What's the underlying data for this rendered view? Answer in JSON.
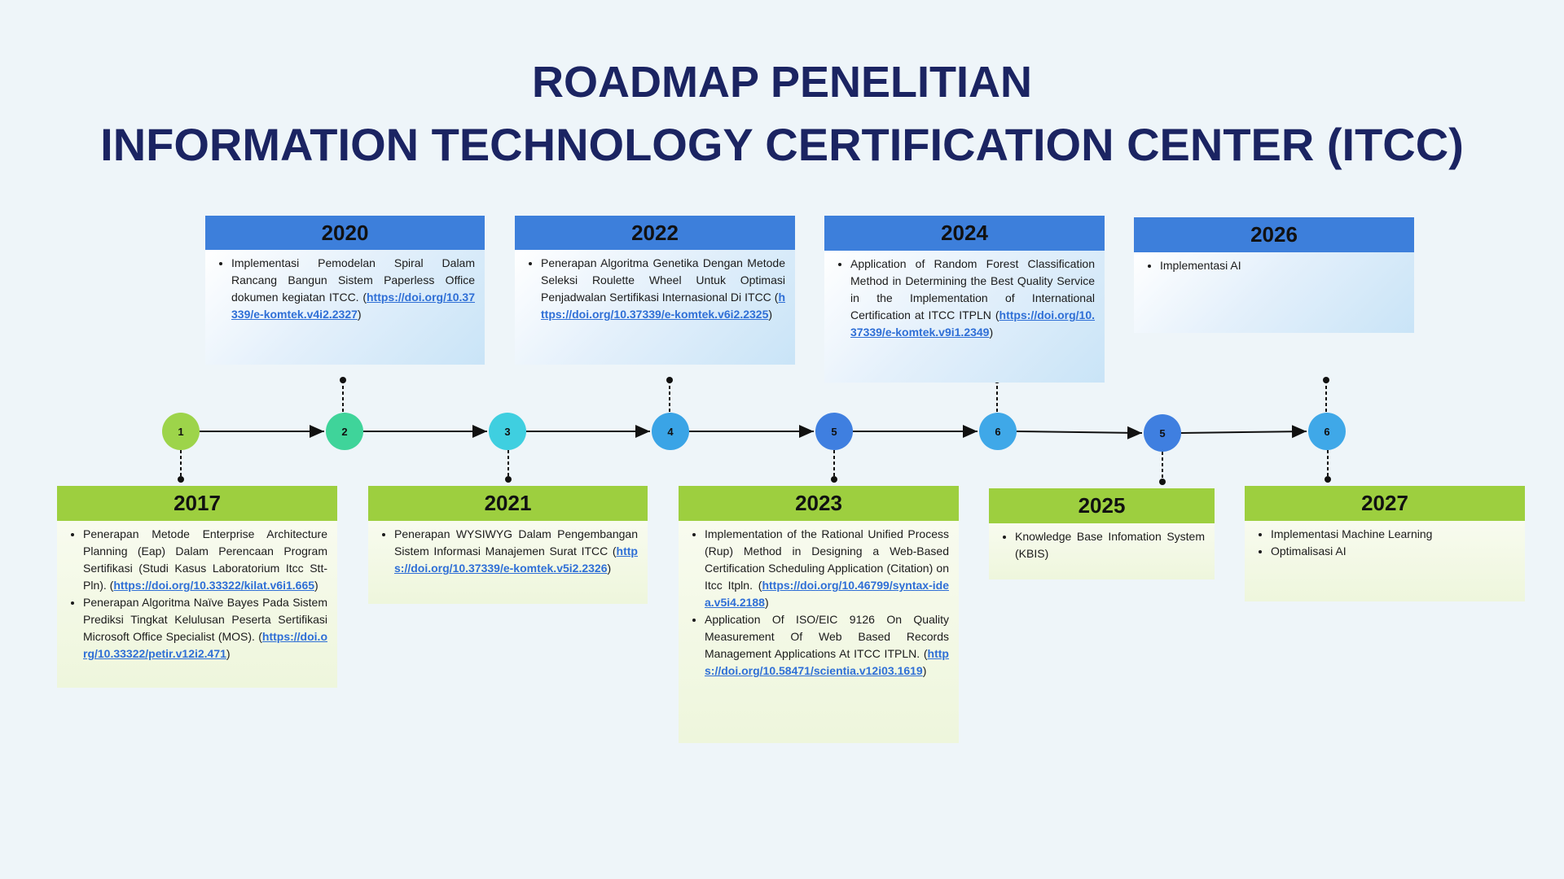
{
  "title": {
    "line1": "ROADMAP PENELITIAN",
    "line2": "INFORMATION TECHNOLOGY CERTIFICATION CENTER (ITCC)"
  },
  "colors": {
    "title": "#1b2462",
    "top_card_header": "#3d7fdb",
    "bottom_card_header": "#9dcf3f"
  },
  "nodes": [
    {
      "label": "1",
      "color": "#9dd44a"
    },
    {
      "label": "2",
      "color": "#3fd49a"
    },
    {
      "label": "3",
      "color": "#3fcfe0"
    },
    {
      "label": "4",
      "color": "#3aa4e6"
    },
    {
      "label": "5",
      "color": "#3f7fe0"
    },
    {
      "label": "6",
      "color": "#3fa8e8"
    },
    {
      "label": "5",
      "color": "#3f7fe0"
    },
    {
      "label": "6",
      "color": "#3fa8e8"
    }
  ],
  "cards": {
    "y2017": {
      "year": "2017",
      "items": [
        {
          "text": "Penerapan Metode Enterprise Architecture Planning (Eap) Dalam Perencaan Program Sertifikasi (Studi Kasus Laboratorium Itcc Stt-Pln).",
          "link": "https://doi.org/10.33322/kilat.v6i1.665"
        },
        {
          "text": "Penerapan Algoritma Naïve Bayes Pada Sistem Prediksi Tingkat Kelulusan Peserta Sertifikasi Microsoft Office Specialist (MOS).",
          "link": "https://doi.org/10.33322/petir.v12i2.471"
        }
      ]
    },
    "y2020": {
      "year": "2020",
      "items": [
        {
          "text": "Implementasi Pemodelan Spiral Dalam Rancang Bangun Sistem Paperless Office dokumen kegiatan ITCC.",
          "link": "https://doi.org/10.37339/e-komtek.v4i2.2327"
        }
      ]
    },
    "y2021": {
      "year": "2021",
      "items": [
        {
          "text": "Penerapan WYSIWYG Dalam Pengembangan Sistem Informasi Manajemen Surat ITCC",
          "link": "https://doi.org/10.37339/e-komtek.v5i2.2326"
        }
      ]
    },
    "y2022": {
      "year": "2022",
      "items": [
        {
          "text": "Penerapan Algoritma Genetika Dengan Metode Seleksi Roulette Wheel Untuk Optimasi Penjadwalan Sertifikasi Internasional Di ITCC",
          "link": "https://doi.org/10.37339/e-komtek.v6i2.2325"
        }
      ]
    },
    "y2023": {
      "year": "2023",
      "items": [
        {
          "text": "Implementation of the Rational Unified Process (Rup) Method in Designing a Web-Based Certification Scheduling Application (Citation) on Itcc Itpln.",
          "link": "https://doi.org/10.46799/syntax-idea.v5i4.2188"
        },
        {
          "text": "Application Of ISO/EIC 9126 On Quality Measurement Of Web Based Records Management Applications At ITCC ITPLN.",
          "link": "https://doi.org/10.58471/scientia.v12i03.1619"
        }
      ]
    },
    "y2024": {
      "year": "2024",
      "items": [
        {
          "text": "Application of Random Forest Classification Method in Determining the Best Quality Service in the Implementation of International Certification at ITCC ITPLN",
          "link": "https://doi.org/10.37339/e-komtek.v9i1.2349"
        }
      ]
    },
    "y2025": {
      "year": "2025",
      "items": [
        {
          "text": "Knowledge Base Infomation System (KBIS)",
          "link": ""
        }
      ]
    },
    "y2026": {
      "year": "2026",
      "items": [
        {
          "text": "Implementasi AI",
          "link": ""
        }
      ]
    },
    "y2027": {
      "year": "2027",
      "items": [
        {
          "text": "Implementasi Machine Learning",
          "link": ""
        },
        {
          "text": "Optimalisasi AI",
          "link": ""
        }
      ]
    }
  }
}
